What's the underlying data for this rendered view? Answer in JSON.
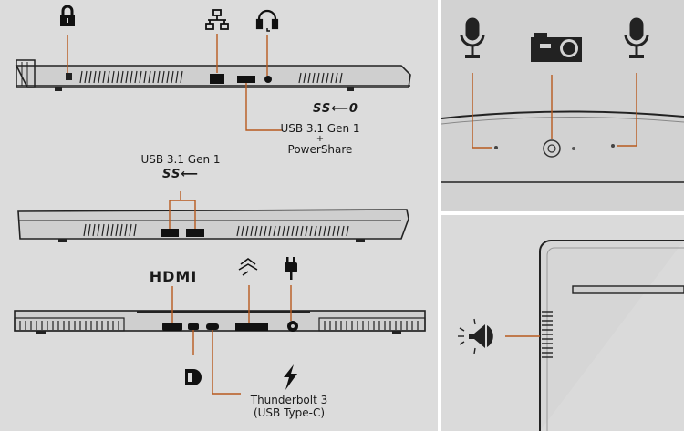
{
  "left_panel": {
    "usb_right_label": {
      "line1": "USB 3.1 Gen 1",
      "line2": "+",
      "line3": "PowerShare",
      "ss_logo": "SS⟵0"
    },
    "usb_left_label": {
      "line1": "USB 3.1 Gen 1",
      "ss_logo": "SS⟵"
    },
    "hdmi_label": "HDMI",
    "thunderbolt_label": {
      "line1": "Thunderbolt 3",
      "line2": "(USB Type-C)"
    }
  },
  "icons": [
    "lock-icon",
    "network-icon",
    "headset-icon",
    "superspeed-usb-icon",
    "hdmi-icon",
    "sd-card-icon",
    "power-plug-icon",
    "displayport-icon",
    "thunderbolt-icon",
    "microphone-icon",
    "camera-icon",
    "speaker-icon"
  ],
  "colors": {
    "callout_line": "#b85a1e",
    "panel_bg": "#dcdcdc",
    "ink": "#111111"
  }
}
